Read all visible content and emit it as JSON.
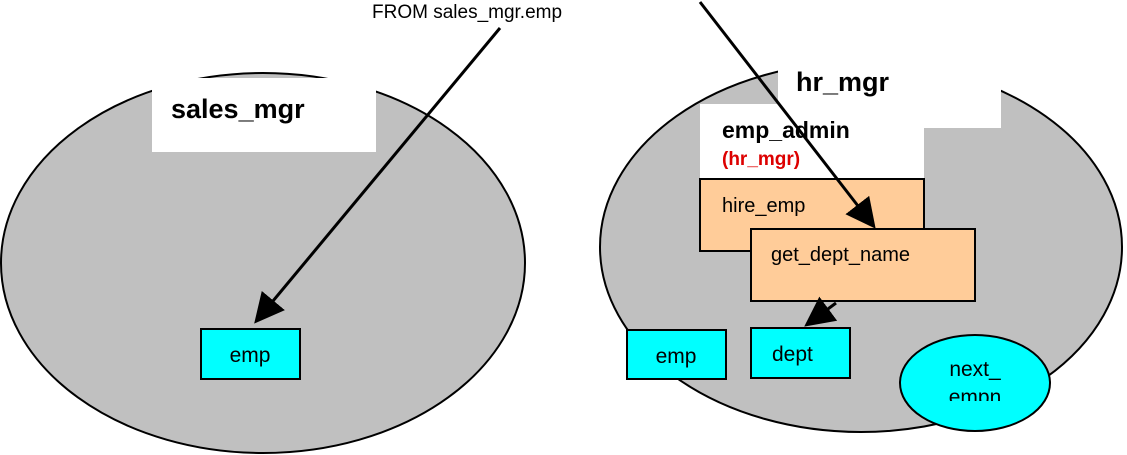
{
  "diagram": {
    "sql_label": "FROM sales_mgr.emp",
    "left_schema": {
      "name": "sales_mgr",
      "table": "emp"
    },
    "right_schema": {
      "name": "hr_mgr",
      "package": {
        "name": "emp_admin",
        "owner": "(hr_mgr)",
        "procedures": [
          "hire_emp",
          "get_dept_name"
        ]
      },
      "tables": [
        "emp",
        "dept"
      ],
      "sequence": {
        "line1": "next_",
        "line2": "empn"
      }
    },
    "colors": {
      "schema_fill": "#c0c0c0",
      "table_fill": "#00ffff",
      "procedure_fill": "#ffcc99",
      "owner_text": "#dd0000"
    }
  }
}
